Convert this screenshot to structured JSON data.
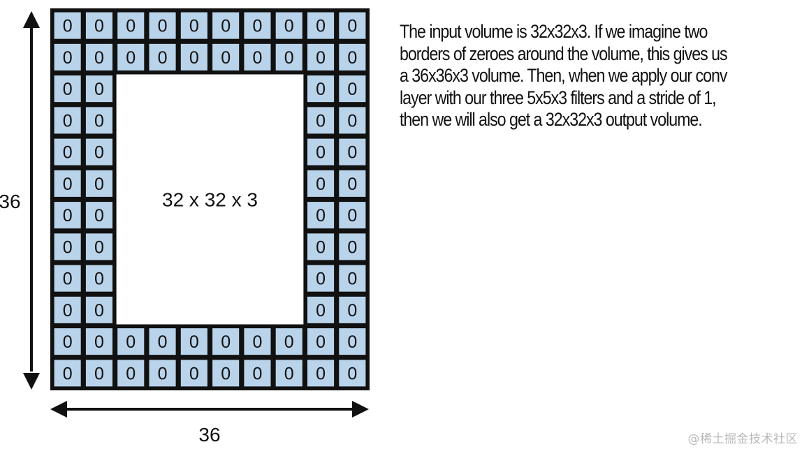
{
  "diagram": {
    "grid_columns": 10,
    "grid_rows": 12,
    "border_thickness_cells": 2,
    "cell_value": "0",
    "inner_label": "32 x 32 x 3",
    "height_label": "36",
    "width_label": "36",
    "colors": {
      "cell_fill": "#b9d3ea",
      "cell_outline": "#111111",
      "border_fill": "#111111",
      "text": "#111111",
      "background": "#ffffff"
    }
  },
  "caption_lines": [
    "The input volume is 32x32x3. If we imagine two",
    "borders of zeroes around the volume, this gives us",
    "a 36x36x3 volume. Then, when we apply our conv",
    "layer with our three 5x5x3 filters and a stride of 1,",
    "then we will also get a 32x32x3 output volume."
  ],
  "watermark": "@稀土掘金技术社区"
}
